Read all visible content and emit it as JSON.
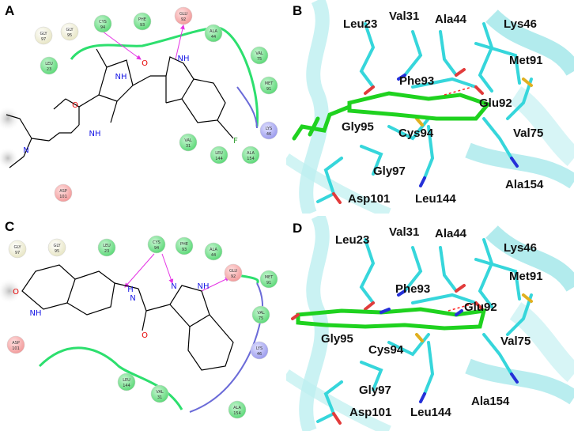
{
  "panels": {
    "A": {
      "letter": "A",
      "residues": [
        {
          "n": "GLY",
          "s": "97",
          "t": "gly"
        },
        {
          "n": "GLY",
          "s": "95",
          "t": "gly"
        },
        {
          "n": "CYS",
          "s": "94",
          "t": "hyd"
        },
        {
          "n": "PHE",
          "s": "93",
          "t": "hyd"
        },
        {
          "n": "GLU",
          "s": "92",
          "t": "acid"
        },
        {
          "n": "ALA",
          "s": "44",
          "t": "hyd"
        },
        {
          "n": "LEU",
          "s": "23",
          "t": "hyd"
        },
        {
          "n": "VAL",
          "s": "75",
          "t": "hyd"
        },
        {
          "n": "MET",
          "s": "91",
          "t": "hyd"
        },
        {
          "n": "LYS",
          "s": "46",
          "t": "basic"
        },
        {
          "n": "VAL",
          "s": "31",
          "t": "hyd"
        },
        {
          "n": "LEU",
          "s": "144",
          "t": "hyd"
        },
        {
          "n": "ALA",
          "s": "154",
          "t": "hyd"
        },
        {
          "n": "ASP",
          "s": "101",
          "t": "acid"
        }
      ],
      "atoms": {
        "o1": "O",
        "o2": "O",
        "nh1": "NH",
        "nh2": "H",
        "nh2b": "N",
        "nh3": "NH",
        "n4": "N",
        "f": "F"
      }
    },
    "B": {
      "letter": "B",
      "labels": [
        "Leu23",
        "Val31",
        "Ala44",
        "Lys46",
        "Met91",
        "Phe93",
        "Glu92",
        "Gly95",
        "Cys94",
        "Val75",
        "Gly97",
        "Asp101",
        "Leu144",
        "Ala154"
      ]
    },
    "C": {
      "letter": "C",
      "residues": [
        {
          "n": "GLY",
          "s": "97",
          "t": "gly"
        },
        {
          "n": "GLY",
          "s": "95",
          "t": "gly"
        },
        {
          "n": "LEU",
          "s": "23",
          "t": "hyd"
        },
        {
          "n": "CYS",
          "s": "94",
          "t": "hyd"
        },
        {
          "n": "PHE",
          "s": "93",
          "t": "hyd"
        },
        {
          "n": "ALA",
          "s": "44",
          "t": "hyd"
        },
        {
          "n": "GLU",
          "s": "92",
          "t": "acid"
        },
        {
          "n": "MET",
          "s": "91",
          "t": "hyd"
        },
        {
          "n": "VAL",
          "s": "75",
          "t": "hyd"
        },
        {
          "n": "LYS",
          "s": "46",
          "t": "basic"
        },
        {
          "n": "ASP",
          "s": "101",
          "t": "acid"
        },
        {
          "n": "LEU",
          "s": "144",
          "t": "hyd"
        },
        {
          "n": "VAL",
          "s": "31",
          "t": "hyd"
        },
        {
          "n": "ALA",
          "s": "154",
          "t": "hyd"
        }
      ],
      "atoms": {
        "o": "O",
        "nh": "NH",
        "h": "H",
        "n1": "N",
        "o2": "O",
        "n2": "N",
        "nh2": "NH"
      }
    },
    "D": {
      "letter": "D",
      "labels": [
        "Leu23",
        "Val31",
        "Ala44",
        "Lys46",
        "Met91",
        "Phe93",
        "Glu92",
        "Gly95",
        "Cys94",
        "Val75",
        "Gly97",
        "Ala154",
        "Asp101",
        "Leu144"
      ]
    }
  },
  "colors": {
    "hydrophobic": "#5fd97a",
    "glycine": "#f3f1d8",
    "acidic": "#f29c9c",
    "basic": "#a4a4ee",
    "contact_line": "#2ddf6e",
    "hbond_arrow": "#e433e4",
    "protein_cyan": "#36d6db",
    "ribbon": "#7fdde0",
    "ligand_green": "#1fd21f"
  }
}
